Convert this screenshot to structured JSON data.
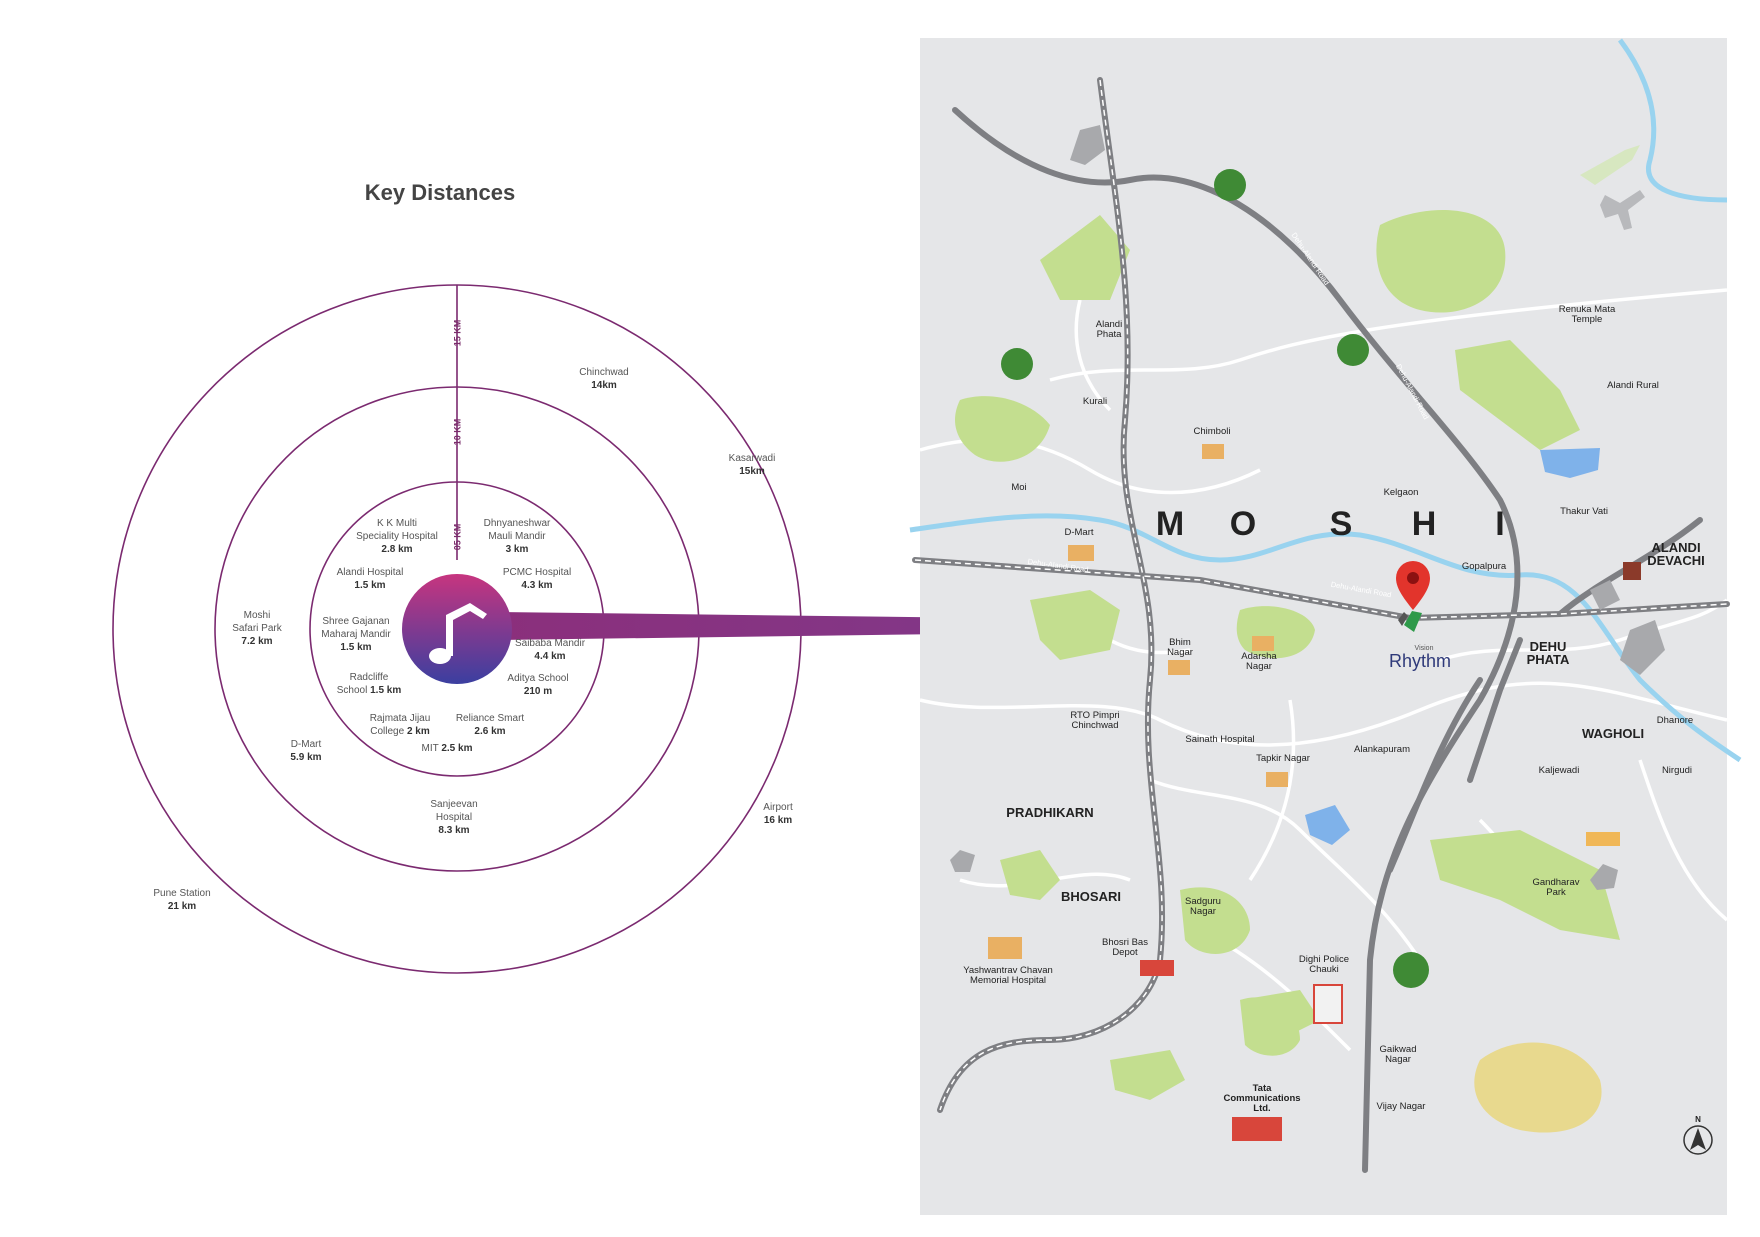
{
  "title": "Key Distances",
  "ring_labels": [
    "05 KM",
    "10 KM",
    "15 KM"
  ],
  "distances": [
    {
      "name": "K K Multi Speciality Hospital",
      "name_lines": [
        "K K Multi",
        "Speciality Hospital"
      ],
      "dist": "2.8 km"
    },
    {
      "name": "Dhnyaneshwar Mauli Mandir",
      "name_lines": [
        "Dhnyaneshwar",
        "Mauli Mandir"
      ],
      "dist": "3 km"
    },
    {
      "name": "Alandi Hospital",
      "name_lines": [
        "Alandi Hospital"
      ],
      "dist": "1.5 km"
    },
    {
      "name": "PCMC Hospital",
      "name_lines": [
        "PCMC Hospital"
      ],
      "dist": "4.3 km"
    },
    {
      "name": "Shree Gajanan Maharaj Mandir",
      "name_lines": [
        "Shree Gajanan",
        "Maharaj Mandir"
      ],
      "dist": "1.5 km"
    },
    {
      "name": "Saibaba Mandir",
      "name_lines": [
        "Saibaba Mandir"
      ],
      "dist": "4.4 km"
    },
    {
      "name": "Radcliffe School",
      "name_lines": [
        "Radcliffe",
        "School"
      ],
      "dist": "1.5 km"
    },
    {
      "name": "Aditya School",
      "name_lines": [
        "Aditya School"
      ],
      "dist": "210 m"
    },
    {
      "name": "Rajmata Jijau College",
      "name_lines": [
        "Rajmata Jijau",
        "College"
      ],
      "dist": "2 km"
    },
    {
      "name": "Reliance Smart",
      "name_lines": [
        "Reliance Smart"
      ],
      "dist": "2.6 km"
    },
    {
      "name": "MIT",
      "name_lines": [
        "MIT"
      ],
      "dist": "2.5 km"
    },
    {
      "name": "Moshi Safari Park",
      "name_lines": [
        "Moshi",
        "Safari Park"
      ],
      "dist": "7.2 km"
    },
    {
      "name": "D-Mart",
      "name_lines": [
        "D-Mart"
      ],
      "dist": "5.9 km"
    },
    {
      "name": "Sanjeevan Hospital",
      "name_lines": [
        "Sanjeevan",
        "Hospital"
      ],
      "dist": "8.3 km"
    },
    {
      "name": "Chinchwad",
      "name_lines": [
        "Chinchwad"
      ],
      "dist": "14km"
    },
    {
      "name": "Kasarwadi",
      "name_lines": [
        "Kasarwadi"
      ],
      "dist": "15km"
    },
    {
      "name": "Airport",
      "name_lines": [
        "Airport"
      ],
      "dist": "16 km"
    },
    {
      "name": "Pune Station",
      "name_lines": [
        "Pune Station"
      ],
      "dist": "21 km"
    }
  ],
  "map": {
    "region_label": "MOSHI",
    "region_letters": [
      "M",
      "O",
      "S",
      "H",
      "I"
    ],
    "roads": [
      "Dehu-Alandi Road",
      "Dehu-Alandi Road",
      "Dehu-Alandi Road",
      "Dehu-Alandi Road"
    ],
    "places": [
      {
        "name": "Alandi Phata",
        "lines": [
          "Alandi",
          "Phata"
        ]
      },
      {
        "name": "Kurali",
        "lines": [
          "Kurali"
        ]
      },
      {
        "name": "Chimboli",
        "lines": [
          "Chimboli"
        ]
      },
      {
        "name": "Moi",
        "lines": [
          "Moi"
        ]
      },
      {
        "name": "D-Mart",
        "lines": [
          "D-Mart"
        ]
      },
      {
        "name": "Kelgaon",
        "lines": [
          "Kelgaon"
        ]
      },
      {
        "name": "Renuka Mata Temple",
        "lines": [
          "Renuka Mata",
          "Temple"
        ]
      },
      {
        "name": "Alandi Rural",
        "lines": [
          "Alandi Rural"
        ]
      },
      {
        "name": "Thakur Vati",
        "lines": [
          "Thakur Vati"
        ]
      },
      {
        "name": "Gopalpura",
        "lines": [
          "Gopalpura"
        ]
      },
      {
        "name": "Bhim Nagar",
        "lines": [
          "Bhim",
          "Nagar"
        ]
      },
      {
        "name": "Adarsha Nagar",
        "lines": [
          "Adarsha",
          "Nagar"
        ]
      },
      {
        "name": "RTO Pimpri Chinchwad",
        "lines": [
          "RTO Pimpri",
          "Chinchwad"
        ]
      },
      {
        "name": "Sainath Hospital",
        "lines": [
          "Sainath Hospital"
        ]
      },
      {
        "name": "Tapkir Nagar",
        "lines": [
          "Tapkir Nagar"
        ]
      },
      {
        "name": "Alankapuram",
        "lines": [
          "Alankapuram"
        ]
      },
      {
        "name": "Kaljewadi",
        "lines": [
          "Kaljewadi"
        ]
      },
      {
        "name": "Dhanore",
        "lines": [
          "Dhanore"
        ]
      },
      {
        "name": "Nirgudi",
        "lines": [
          "Nirgudi"
        ]
      },
      {
        "name": "Gandharav Park",
        "lines": [
          "Gandharav",
          "Park"
        ]
      },
      {
        "name": "Sadguru Nagar",
        "lines": [
          "Sadguru",
          "Nagar"
        ]
      },
      {
        "name": "Bhosri Bas Depot",
        "lines": [
          "Bhosri Bas",
          "Depot"
        ]
      },
      {
        "name": "Yashwantrav Chavan Memorial Hospital",
        "lines": [
          "Yashwantrav Chavan",
          "Memorial Hospital"
        ]
      },
      {
        "name": "Dighi Police Chauki",
        "lines": [
          "Dighi Police",
          "Chauki"
        ]
      },
      {
        "name": "Gaikwad Nagar",
        "lines": [
          "Gaikwad",
          "Nagar"
        ]
      },
      {
        "name": "Vijay Nagar",
        "lines": [
          "Vijay Nagar"
        ]
      },
      {
        "name": "Tata Communications Ltd.",
        "lines": [
          "Tata",
          "Communications",
          "Ltd."
        ]
      }
    ],
    "areas": [
      {
        "name": "ALANDI DEVACHI",
        "lines": [
          "ALANDI",
          "DEVACHI"
        ]
      },
      {
        "name": "DEHU PHATA",
        "lines": [
          "DEHU",
          "PHATA"
        ]
      },
      {
        "name": "WAGHOLI",
        "lines": [
          "WAGHOLI"
        ]
      },
      {
        "name": "PRADHIKARN",
        "lines": [
          "PRADHIKARN"
        ]
      },
      {
        "name": "BHOSARI",
        "lines": [
          "BHOSARI"
        ]
      }
    ],
    "brand": {
      "name": "Rhythm",
      "prefix": "Vision"
    },
    "compass": "N"
  },
  "colors": {
    "ring": "#7b2a70",
    "center_top": "#c7357f",
    "center_bottom": "#3b3fa0",
    "map_bg": "#e5e6e8",
    "road_light": "#ffffff",
    "road_dark": "#7e7f83",
    "river": "#99d3ef",
    "park": "#c3de8f",
    "pin": "#e2342c"
  }
}
